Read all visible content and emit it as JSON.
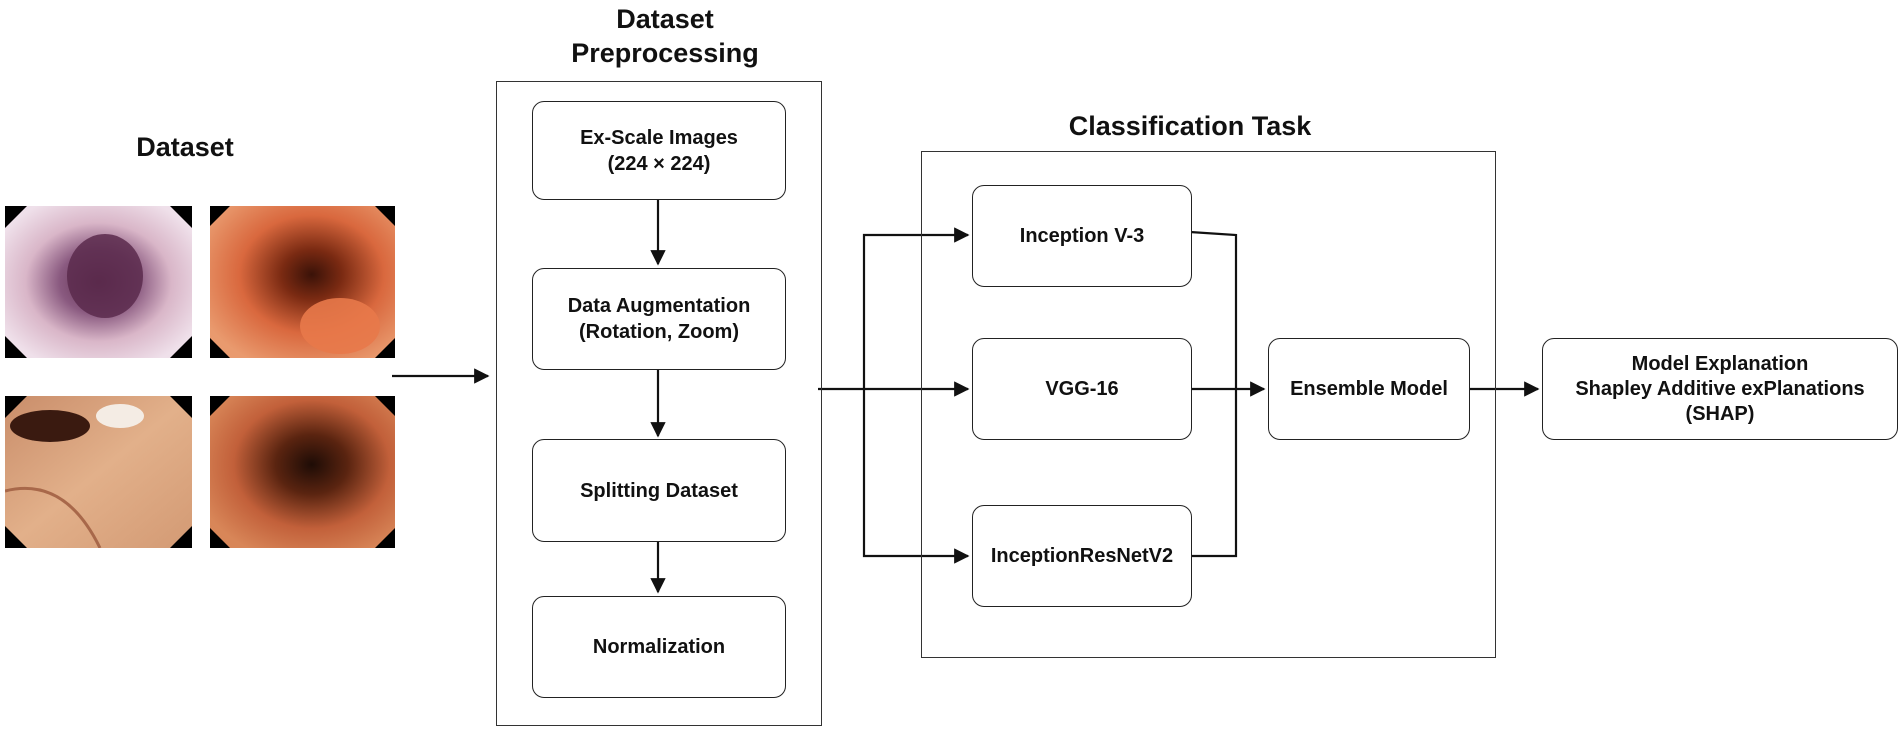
{
  "sections": {
    "dataset": "Dataset",
    "preprocessing_line1": "Dataset",
    "preprocessing_line2": "Preprocessing",
    "classification": "Classification Task"
  },
  "preprocessing_steps": {
    "ex_scale_line1": "Ex-Scale Images",
    "ex_scale_line2": "(224 × 224)",
    "augmentation_line1": "Data Augmentation",
    "augmentation_line2": "(Rotation, Zoom)",
    "splitting": "Splitting Dataset",
    "normalization": "Normalization"
  },
  "models": {
    "inception_v3": "Inception V-3",
    "vgg16": "VGG-16",
    "inception_resnet_v2": "InceptionResNetV2"
  },
  "ensemble": "Ensemble Model",
  "explanation": {
    "line1": "Model Explanation",
    "line2": "Shapley Additive exPlanations",
    "line3": "(SHAP)"
  },
  "dataset_images": [
    "endoscopy-image",
    "endoscopy-image",
    "endoscopy-image",
    "endoscopy-image"
  ]
}
